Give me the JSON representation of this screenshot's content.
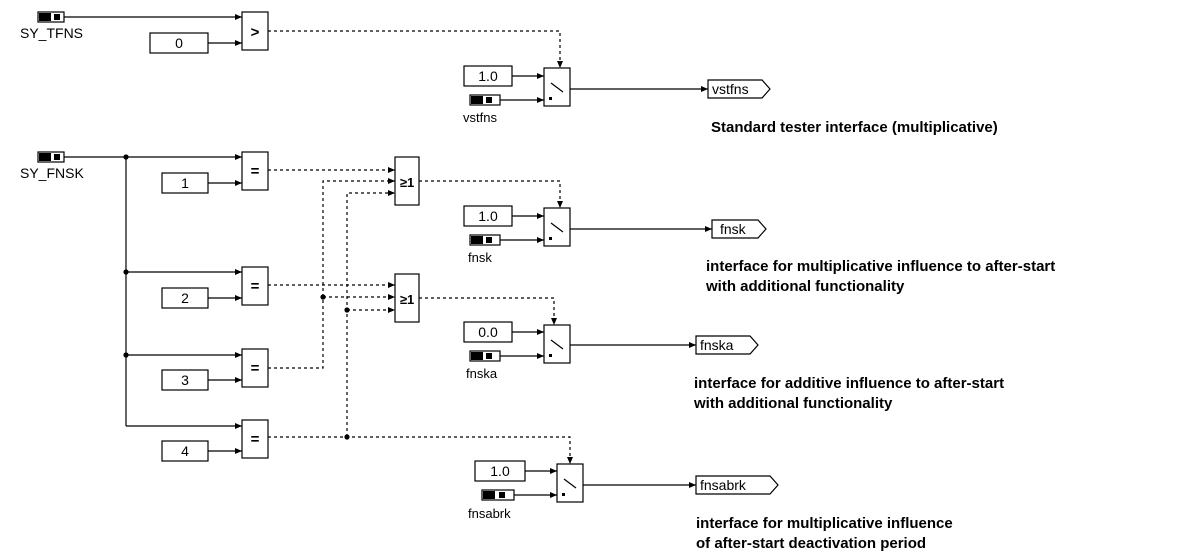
{
  "inputs": {
    "sy_tfns": "SY_TFNS",
    "sy_fnsk": "SY_FNSK"
  },
  "constants": {
    "c0": "0",
    "c1": "1",
    "c2": "2",
    "c3": "3",
    "c4": "4",
    "v_vstfns": "1.0",
    "v_fnsk": "1.0",
    "v_fnska": "0.0",
    "v_fnsabrk": "1.0"
  },
  "operators": {
    "gt": ">",
    "eq": "=",
    "or": "≥1"
  },
  "param_labels": {
    "vstfns": "vstfns",
    "fnsk": "fnsk",
    "fnska": "fnska",
    "fnsabrk": "fnsabrk"
  },
  "outputs": {
    "vstfns": "vstfns",
    "fnsk": "fnsk",
    "fnska": "fnska",
    "fnsabrk": "fnsabrk"
  },
  "comments": {
    "vstfns": "Standard tester interface (multiplicative)",
    "fnsk_1": "interface for multiplicative influence to after-start",
    "fnsk_2": "with additional functionality",
    "fnska_1": "interface for additive influence to after-start",
    "fnska_2": "with additional functionality",
    "fnsabrk_1": "interface for multiplicative influence",
    "fnsabrk_2": "of after-start deactivation period"
  }
}
